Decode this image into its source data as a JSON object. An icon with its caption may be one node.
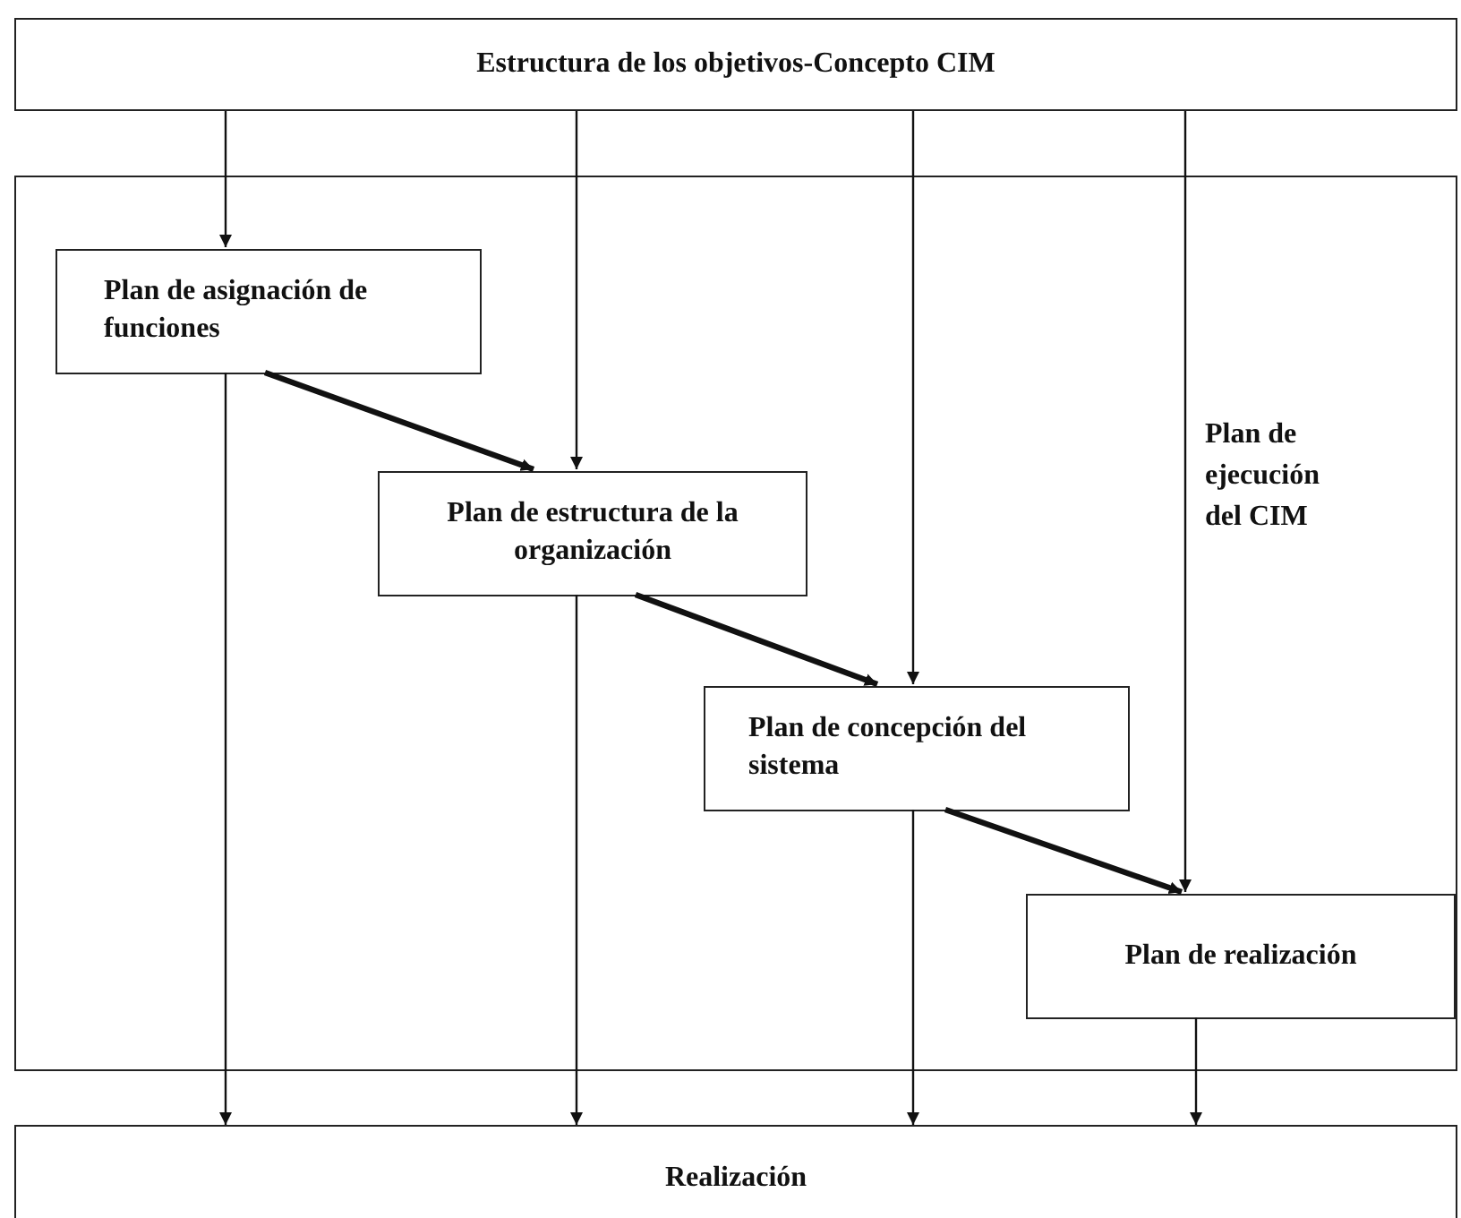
{
  "diagram": {
    "nodes": [
      {
        "text": [
          "Estructura de los objetivos-Concepto CIM"
        ]
      },
      {
        "text": [
          "Plan de ejecución del CIM"
        ]
      },
      {
        "text": [
          "Plan de asignación de funciones"
        ],
        "in": 1
      },
      {
        "text": [
          "Plan de estructura de la organización"
        ],
        "in": 1
      },
      {
        "text": [
          "Plan de concepción del sistema"
        ],
        "in": 1
      },
      {
        "text": [
          "Plan de realización"
        ],
        "in": 1
      },
      {
        "text": [
          "Realización"
        ]
      }
    ],
    "edges": [
      {
        "from": 0,
        "to": 2,
        "arrow": "to"
      },
      {
        "from": 0,
        "to": 3,
        "arrow": "to"
      },
      {
        "from": 0,
        "to": 4,
        "arrow": "to"
      },
      {
        "from": 0,
        "to": 5,
        "arrow": "to"
      },
      {
        "from": 2,
        "to": 3,
        "arrow": "to",
        "style": "thick"
      },
      {
        "from": 3,
        "to": 4,
        "arrow": "to",
        "style": "thick"
      },
      {
        "from": 4,
        "to": 5,
        "arrow": "to",
        "style": "thick"
      },
      {
        "from": 2,
        "to": 6,
        "arrow": "to"
      },
      {
        "from": 3,
        "to": 6,
        "arrow": "to"
      },
      {
        "from": 4,
        "to": 6,
        "arrow": "to"
      },
      {
        "from": 5,
        "to": 6,
        "arrow": "to"
      }
    ]
  }
}
